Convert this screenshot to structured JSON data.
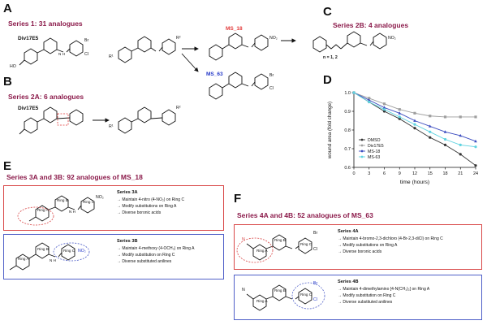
{
  "panelA": {
    "letter": "A",
    "title": "Series 1: 31 analogues",
    "start_name": "Div17E5",
    "ho": "HO",
    "nh": "N H",
    "br": "Br",
    "cl": "Cl",
    "r1": "R¹",
    "r2": "R²",
    "ms18": "MS_18",
    "ms63": "MS_63",
    "no2": "NO₂"
  },
  "panelB": {
    "letter": "B",
    "title": "Series 2A: 6 analogues",
    "start_name": "Div17E5",
    "r1": "R¹",
    "r2": "R²"
  },
  "panelC": {
    "letter": "C",
    "title": "Series 2B: 4 analogues",
    "n_label": "n = 1, 2"
  },
  "panelD": {
    "letter": "D",
    "chart_data": {
      "type": "line",
      "xlabel": "time (hours)",
      "ylabel": "wound area (fold change)",
      "x": [
        0,
        3,
        6,
        9,
        12,
        15,
        18,
        21,
        24
      ],
      "xlim": [
        0,
        24
      ],
      "ylim": [
        0.6,
        1.0
      ],
      "yticks": [
        "0.6",
        "0.7",
        "0.8",
        "0.9",
        "1.0"
      ],
      "xticks": [
        "0",
        "3",
        "6",
        "9",
        "12",
        "15",
        "18",
        "21",
        "24"
      ],
      "legend_placement": "bottom-left",
      "series": [
        {
          "name": "DMSO",
          "color": "#333333",
          "values": [
            1.0,
            0.95,
            0.9,
            0.86,
            0.81,
            0.76,
            0.72,
            0.67,
            0.61
          ]
        },
        {
          "name": "Div17E5",
          "color": "#9e9e9e",
          "values": [
            1.0,
            0.97,
            0.94,
            0.91,
            0.89,
            0.875,
            0.87,
            0.87,
            0.87
          ]
        },
        {
          "name": "MS-18",
          "color": "#3b4cc0",
          "values": [
            1.0,
            0.96,
            0.92,
            0.89,
            0.85,
            0.82,
            0.79,
            0.77,
            0.74
          ]
        },
        {
          "name": "MS-63",
          "color": "#5fd3e0",
          "values": [
            1.0,
            0.95,
            0.91,
            0.87,
            0.83,
            0.79,
            0.75,
            0.72,
            0.71
          ]
        }
      ]
    }
  },
  "panelE": {
    "letter": "E",
    "title": "Series 3A and 3B: 92 analogues of MS_18",
    "series3a": {
      "header": "Series 3A",
      "items": [
        "Maintain 4-nitro (4-NO₂) on Ring C",
        "Modify substitutions on Ring A",
        "Diverse boronic acids"
      ]
    },
    "series3b": {
      "header": "Series 3B",
      "items": [
        "Maintain 4-methoxy (4-OCH₃) on Ring A",
        "Modify substitution on Ring C",
        "Diverse substituted anilines"
      ]
    },
    "ring_a": "Ring A",
    "ring_b": "Ring B",
    "ring_c": "Ring C",
    "no2": "NO₂",
    "nh": "N H"
  },
  "panelF": {
    "letter": "F",
    "title": "Series 4A and 4B: 52 analogues of MS_63",
    "series4a": {
      "header": "Series 4A",
      "items": [
        "Maintain 4-bromo-2,3-dichloro (4-Br-2,3-diCl) on Ring C",
        "Modify substitutions on Ring A",
        "Diverse boronic acids"
      ]
    },
    "series4b": {
      "header": "Series 4B",
      "items": [
        "Maintain 4-dimethylamino [4-N(CH₃)₂] on Ring A",
        "Modify substitution on Ring C",
        "Diverse substituted anilines"
      ]
    },
    "ring_a": "Ring A",
    "ring_b": "Ring B",
    "ring_c": "Ring C",
    "br": "Br",
    "cl": "Cl",
    "n": "N",
    "nh": "N H"
  }
}
